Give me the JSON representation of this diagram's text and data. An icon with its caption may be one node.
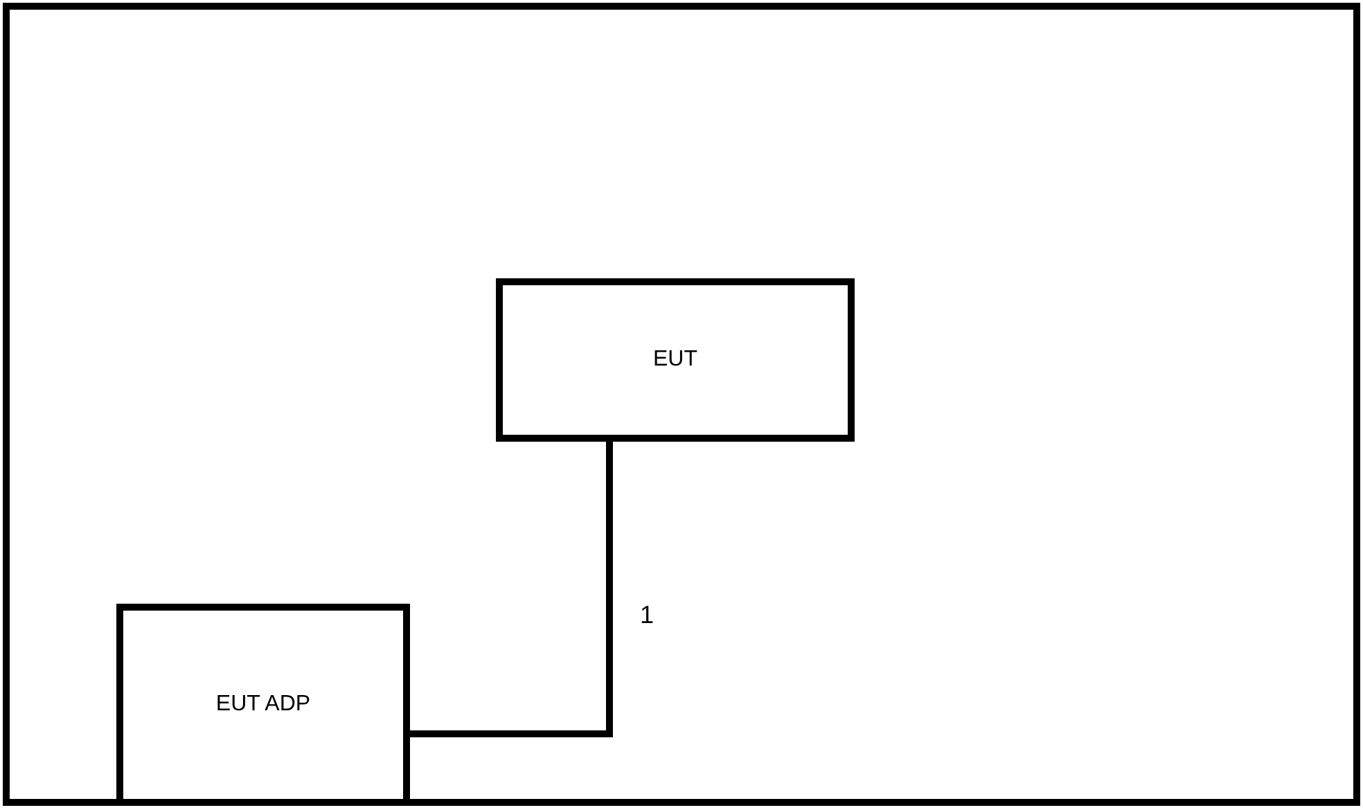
{
  "diagram": {
    "nodes": [
      {
        "text": [
          "EUT"
        ]
      },
      {
        "text": [
          "EUT ADP"
        ]
      }
    ],
    "edges": [
      {
        "from": 0,
        "to": 1,
        "arrow": "none",
        "label": "1"
      }
    ]
  }
}
